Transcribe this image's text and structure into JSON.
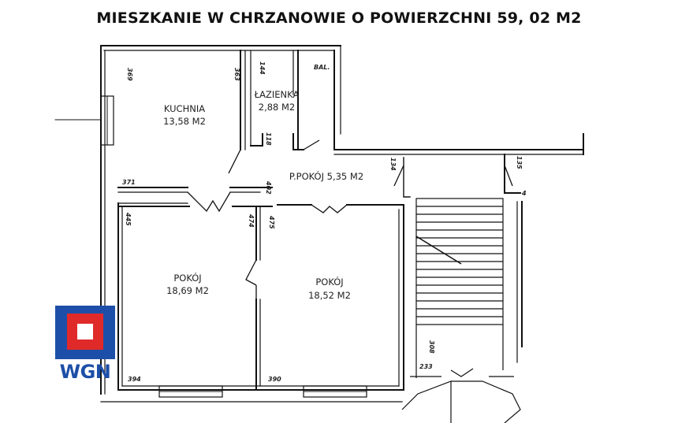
{
  "title": "MIESZKANIE W CHRZANOWIE O POWIERZCHNI 59, 02 M2",
  "rooms": {
    "kitchen": {
      "name": "KUCHNIA",
      "area": "13,58 M2"
    },
    "bathroom": {
      "name": "ŁAZIENKA",
      "area": "2,88 M2"
    },
    "hall": {
      "label": "P.POKÓJ 5,35 M2"
    },
    "room_left": {
      "name": "POKÓJ",
      "area": "18,69 M2"
    },
    "room_right": {
      "name": "POKÓJ",
      "area": "18,52 M2"
    }
  },
  "balcony_label": "BAL.",
  "dimensions": {
    "kitchen_left": "369",
    "kitchen_right": "363",
    "bath_width": "144",
    "bath_door": "118",
    "kitchen_bottom": "371",
    "hall_width": "402",
    "door_a": "134",
    "door_b": "135",
    "left_room_side": "445",
    "mid_wall_a": "474",
    "mid_wall_b": "475",
    "left_room_bottom": "394",
    "right_room_bottom": "390",
    "stair_side": "308",
    "stair_bottom": "233",
    "stair_mark": "4"
  },
  "logo": {
    "text": "WGN",
    "colors": {
      "blue": "#1d4fa8",
      "red": "#e02a2a"
    }
  }
}
